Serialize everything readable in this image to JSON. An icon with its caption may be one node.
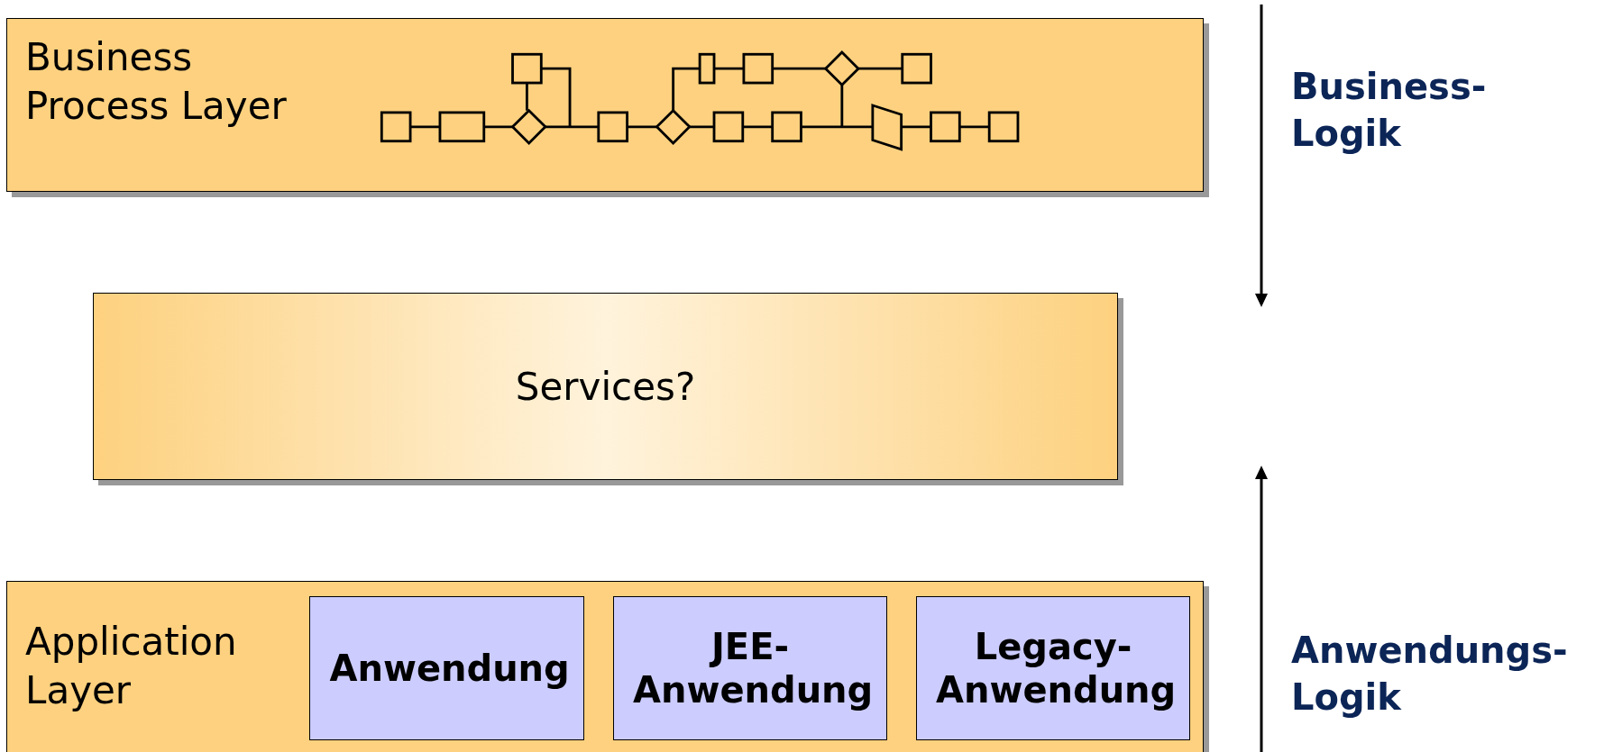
{
  "diagram": {
    "nodes": [
      {
        "text": [
          "Business Process Layer"
        ]
      },
      {
        "text": [
          "Services?"
        ]
      },
      {
        "text": [
          "Application Layer"
        ]
      },
      {
        "text": [
          "Anwendung"
        ],
        "in": 2
      },
      {
        "text": [
          "JEE-Anwendung"
        ],
        "in": 2
      },
      {
        "text": [
          "Legacy-Anwendung"
        ],
        "in": 2
      }
    ],
    "labels": [
      "Business-Logik",
      "Anwendungs-Logik"
    ]
  }
}
